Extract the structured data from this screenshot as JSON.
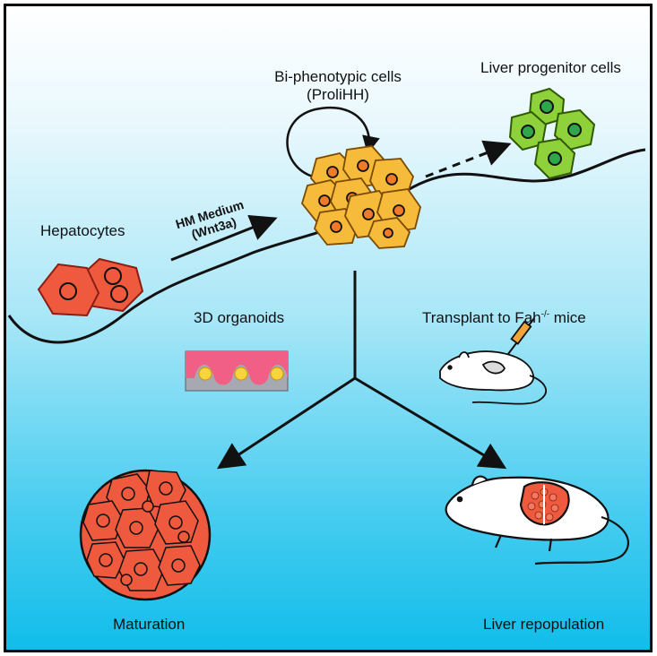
{
  "labels": {
    "hepatocytes": "Hepatocytes",
    "medium_line1": "HM Medium",
    "medium_line2": "(Wnt3a)",
    "biphenotypic_line1": "Bi-phenotypic cells",
    "biphenotypic_line2": "(ProliHH)",
    "liver_progenitor": "Liver progenitor cells",
    "organoids": "3D organoids",
    "transplant_prefix": "Transplant to Fah",
    "transplant_sup": "-/-",
    "transplant_suffix": " mice",
    "maturation": "Maturation",
    "repopulation": "Liver repopulation"
  },
  "colors": {
    "hepatocyte_fill": "#ef5a3f",
    "hepatocyte_nucleus": "#e4453a",
    "proliferating_fill": "#f6bb3a",
    "proliferating_nucleus": "#ee7a2a",
    "progenitor_fill": "#8fd13a",
    "progenitor_nucleus": "#2ea64a",
    "organoid_dish": "#f25f86",
    "background_bottom": "#11bdea"
  }
}
